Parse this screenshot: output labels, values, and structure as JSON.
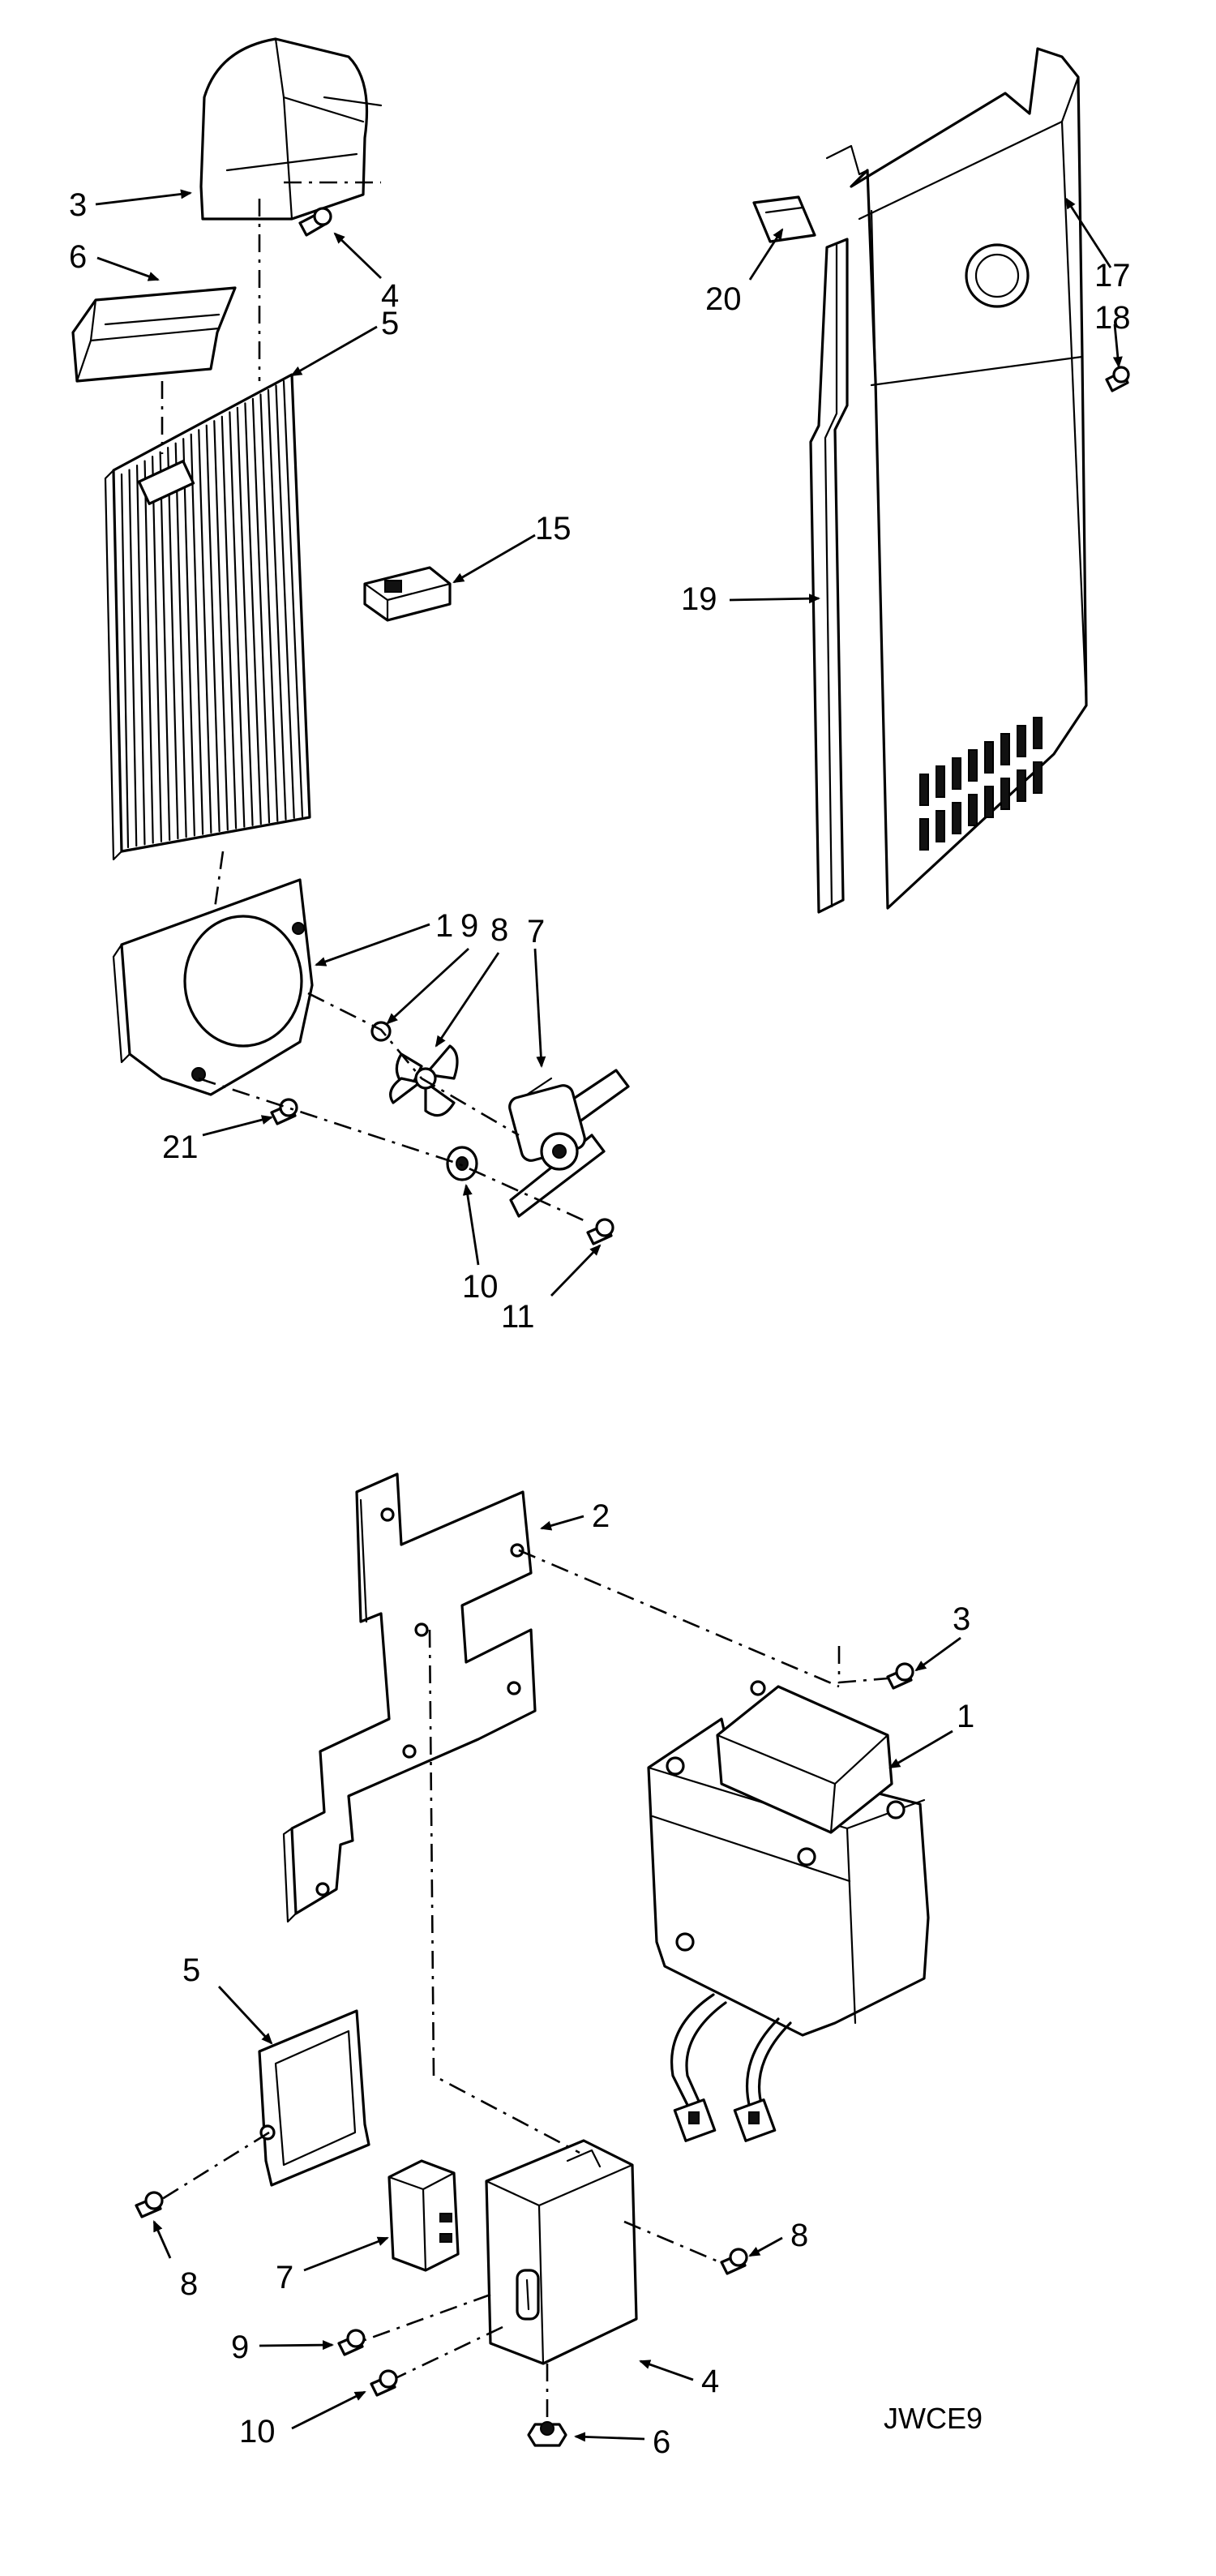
{
  "upper_labels": {
    "p1": "1",
    "p3": "3",
    "p4": "4",
    "p5": "5",
    "p6": "6",
    "p7": "7",
    "p8": "8",
    "p9": "9",
    "p10": "10",
    "p11": "11",
    "p15": "15",
    "p17": "17",
    "p18": "18",
    "p19": "19",
    "p20": "20",
    "p21": "21"
  },
  "lower_labels": {
    "p1": "1",
    "p2": "2",
    "p3": "3",
    "p4": "4",
    "p5": "5",
    "p6": "6",
    "p7": "7",
    "p8a": "8",
    "p8b": "8",
    "p9": "9",
    "p10": "10"
  },
  "diagram_code": "JWCE9"
}
